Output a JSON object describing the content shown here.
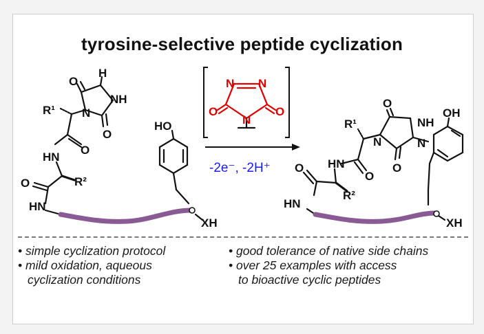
{
  "title": "tyrosine-selective peptide cyclization",
  "reagent": {
    "atoms": {
      "n": "N",
      "o": "O"
    },
    "conditions": "-2e⁻, -2H⁺"
  },
  "left_structure": {
    "labels": [
      "H",
      "O",
      "N",
      "NH",
      "R¹",
      "N",
      "O",
      "HO",
      "O",
      "HN",
      "O",
      "R²",
      "HN",
      "XH"
    ]
  },
  "right_structure": {
    "labels": [
      "R¹",
      "O",
      "NH",
      "OH",
      "N",
      "N",
      "HN",
      "O",
      "O",
      "O",
      "HN",
      "R²",
      "XH"
    ]
  },
  "bullets_left": [
    "• simple cyclization protocol",
    "• mild oxidation, aqueous",
    "  cyclization conditions"
  ],
  "bullets_right": [
    "• good tolerance of native side chains",
    "• over 25 examples with access",
    "  to bioactive cyclic peptides"
  ],
  "colors": {
    "reagent": "#e00000",
    "conditions": "#1a1aff",
    "peptide_chain": "#8a5a95"
  }
}
